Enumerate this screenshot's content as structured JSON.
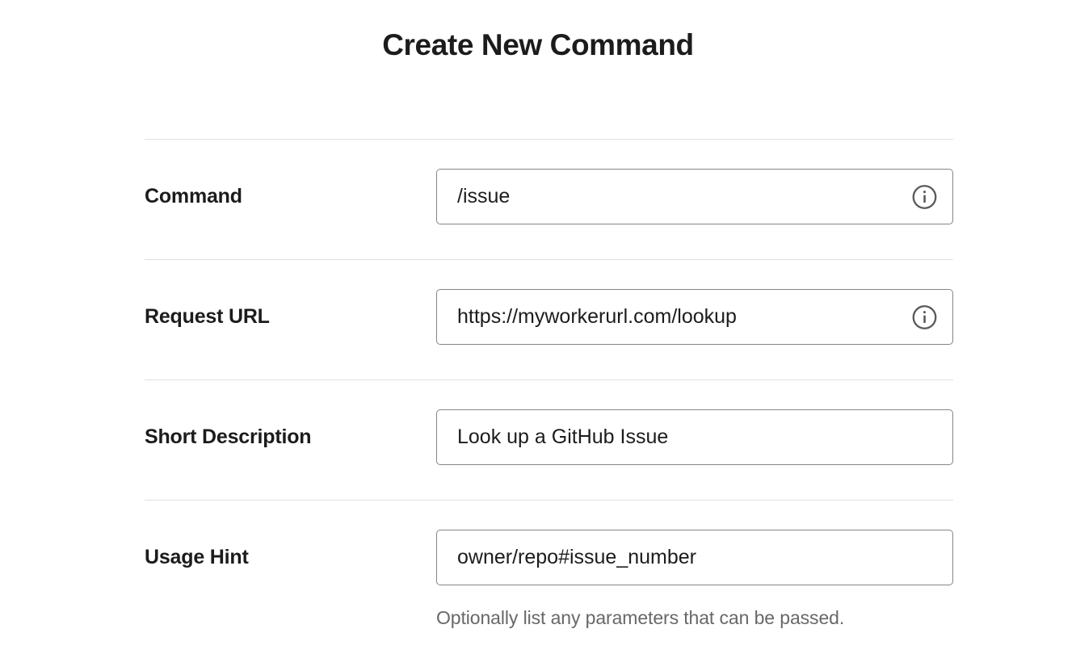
{
  "header": {
    "title": "Create New Command"
  },
  "form": {
    "rows": [
      {
        "label": "Command",
        "value": "/issue",
        "placeholder": "",
        "has_info_icon": true,
        "info_icon_name": "info-icon",
        "helper": ""
      },
      {
        "label": "Request URL",
        "value": "https://myworkerurl.com/lookup",
        "placeholder": "",
        "has_info_icon": true,
        "info_icon_name": "info-icon",
        "helper": ""
      },
      {
        "label": "Short Description",
        "value": "Look up a GitHub Issue",
        "placeholder": "",
        "has_info_icon": false,
        "info_icon_name": "",
        "helper": ""
      },
      {
        "label": "Usage Hint",
        "value": "owner/repo#issue_number",
        "placeholder": "",
        "has_info_icon": false,
        "info_icon_name": "",
        "helper": "Optionally list any parameters that can be passed."
      }
    ]
  },
  "colors": {
    "page_background": "#ffffff",
    "title_text": "#1d1c1d",
    "label_text": "#1d1c1d",
    "input_text": "#1d1c1d",
    "input_border": "#868686",
    "divider": "#e0e0e0",
    "helper_text": "#686868",
    "info_icon": "#5a5a5a"
  }
}
